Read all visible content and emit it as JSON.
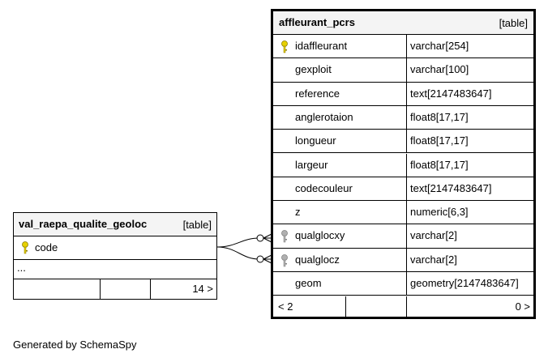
{
  "main_table": {
    "name": "affleurant_pcrs",
    "type_tag": "[table]",
    "columns": [
      {
        "name": "idaffleurant",
        "type": "varchar[254]",
        "key": "primary"
      },
      {
        "name": "gexploit",
        "type": "varchar[100]",
        "key": ""
      },
      {
        "name": "reference",
        "type": "text[2147483647]",
        "key": ""
      },
      {
        "name": "anglerotaion",
        "type": "float8[17,17]",
        "key": ""
      },
      {
        "name": "longueur",
        "type": "float8[17,17]",
        "key": ""
      },
      {
        "name": "largeur",
        "type": "float8[17,17]",
        "key": ""
      },
      {
        "name": "codecouleur",
        "type": "text[2147483647]",
        "key": ""
      },
      {
        "name": "z",
        "type": "numeric[6,3]",
        "key": ""
      },
      {
        "name": "qualglocxy",
        "type": "varchar[2]",
        "key": "foreign"
      },
      {
        "name": "qualglocz",
        "type": "varchar[2]",
        "key": "foreign"
      },
      {
        "name": "geom",
        "type": "geometry[2147483647]",
        "key": ""
      }
    ],
    "footer": {
      "parents": "< 2",
      "children": "0 >"
    }
  },
  "ref_table": {
    "name": "val_raepa_qualite_geoloc",
    "type_tag": "[table]",
    "columns": [
      {
        "name": "code",
        "key": "primary"
      }
    ],
    "ellipsis": "...",
    "footer": {
      "children": "14 >"
    }
  },
  "generated_by": "Generated by SchemaSpy",
  "colors": {
    "primary_key": "#e6d000",
    "foreign_key": "#b0b0b0",
    "header_bg": "#f4f4f4"
  }
}
